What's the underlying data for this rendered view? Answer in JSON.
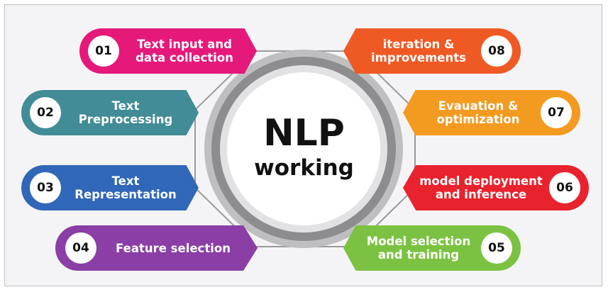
{
  "center": {
    "title": "NLP",
    "subtitle": "working"
  },
  "steps": [
    {
      "number": "01",
      "label": "Text input and data collection",
      "color": "#e5197a"
    },
    {
      "number": "02",
      "label": "Text Preprocessing",
      "color": "#418c96"
    },
    {
      "number": "03",
      "label": "Text Representation",
      "color": "#3067b8"
    },
    {
      "number": "04",
      "label": "Feature selection",
      "color": "#8a3ea6"
    },
    {
      "number": "05",
      "label": "Model selection and training",
      "color": "#7cc242"
    },
    {
      "number": "06",
      "label": "model deployment and inference",
      "color": "#e8232d"
    },
    {
      "number": "07",
      "label": "Evauation & optimization",
      "color": "#f39a20"
    },
    {
      "number": "08",
      "label": "iteration & improvements",
      "color": "#ef5a24"
    }
  ]
}
